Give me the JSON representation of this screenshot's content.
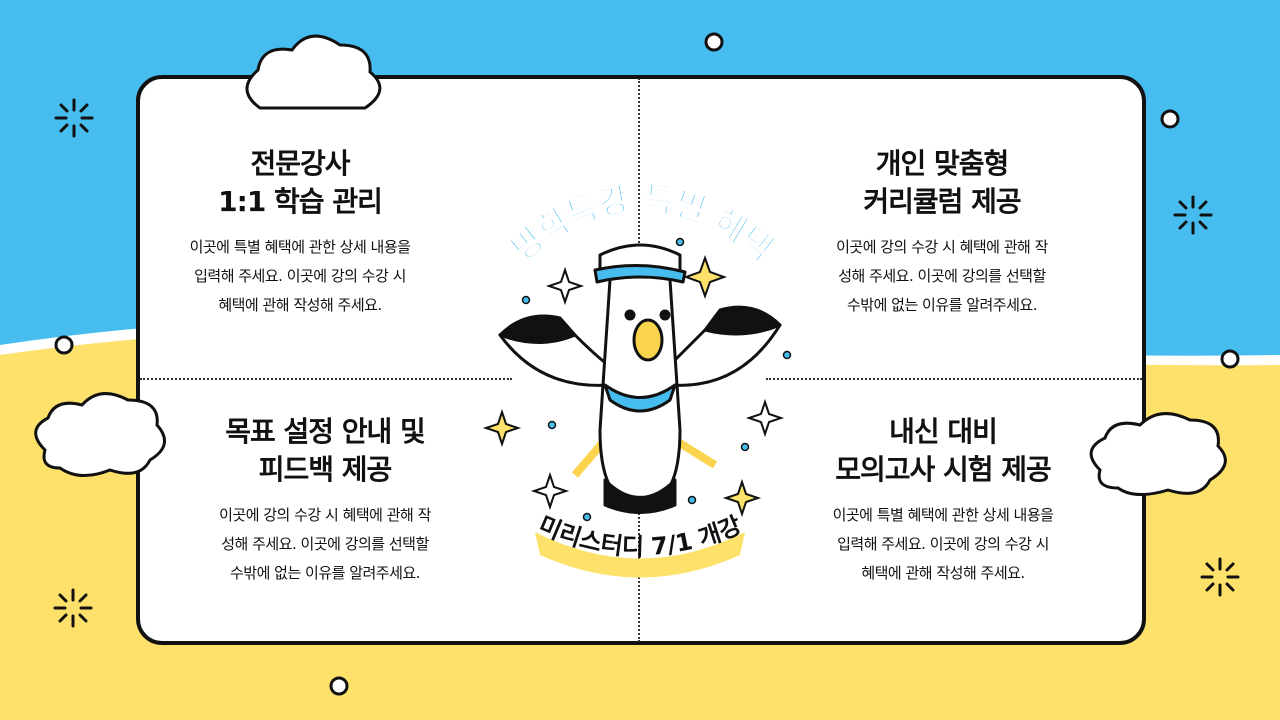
{
  "center": {
    "arc_title": "방학특강 특별 혜택",
    "ribbon": "미리스터디 7/1 개강"
  },
  "quadrants": [
    {
      "title1": "전문강사",
      "title2": "1:1 학습 관리",
      "lines": [
        "이곳에 특별 혜택에 관한 상세 내용을",
        "입력해 주세요. 이곳에 강의 수강 시",
        "혜택에 관해 작성해 주세요."
      ]
    },
    {
      "title1": "개인 맞춤형",
      "title2": "커리큘럼 제공",
      "lines": [
        "이곳에 강의 수강 시 혜택에 관해 작",
        "성해 주세요. 이곳에 강의를 선택할",
        "수밖에 없는 이유를 알려주세요."
      ]
    },
    {
      "title1": "목표 설정 안내 및",
      "title2": "피드백 제공",
      "lines": [
        "이곳에 강의 수강 시 혜택에 관해 작",
        "성해 주세요. 이곳에 강의를 선택할",
        "수밖에 없는 이유를 알려주세요."
      ]
    },
    {
      "title1": "내신 대비",
      "title2": "모의고사 시험 제공",
      "lines": [
        "이곳에 특별 혜택에 관한 상세 내용을",
        "입력해 주세요. 이곳에 강의 수강 시",
        "혜택에 관해 작성해 주세요."
      ]
    }
  ],
  "colors": {
    "sky": "#46bdee",
    "sand": "#fde16a",
    "accent_blue": "#46bdee",
    "ribbon_yellow": "#fde16a"
  }
}
